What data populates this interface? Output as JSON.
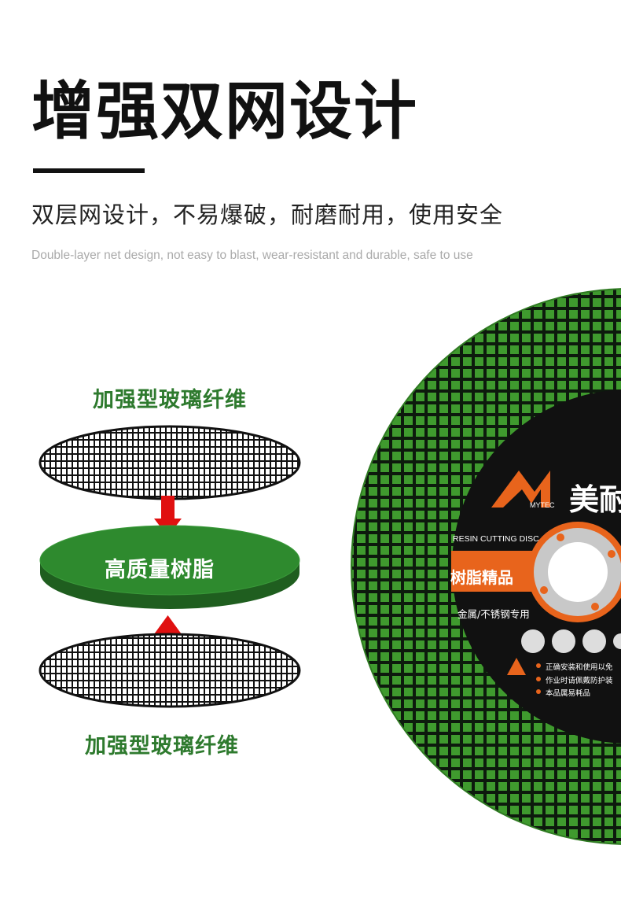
{
  "header": {
    "title": "增强双网设计",
    "subtitle": "双层网设计，不易爆破，耐磨耐用，使用安全",
    "subtitle_en": "Double-layer net design, not easy to blast, wear-resistant and durable, safe to use"
  },
  "layers": {
    "top_label": "加强型玻璃纤维",
    "middle_label": "高质量树脂",
    "bottom_label": "加强型玻璃纤维"
  },
  "disc": {
    "brand_cn": "美耐",
    "brand_en": "MYTEC",
    "product_type": "RESIN CUTTING DISC",
    "badge": "树脂精品",
    "usage": "金属/不锈钢专用",
    "warnings": [
      "正确安装和使用以免",
      "作业时请佩戴防护装",
      "本品属易耗品"
    ]
  },
  "colors": {
    "green_label": "#2e7a2e",
    "disc_green": "#3f9a2e",
    "resin_green": "#2e8a2e",
    "accent_orange": "#e8641c",
    "arrow_red": "#e01010"
  }
}
